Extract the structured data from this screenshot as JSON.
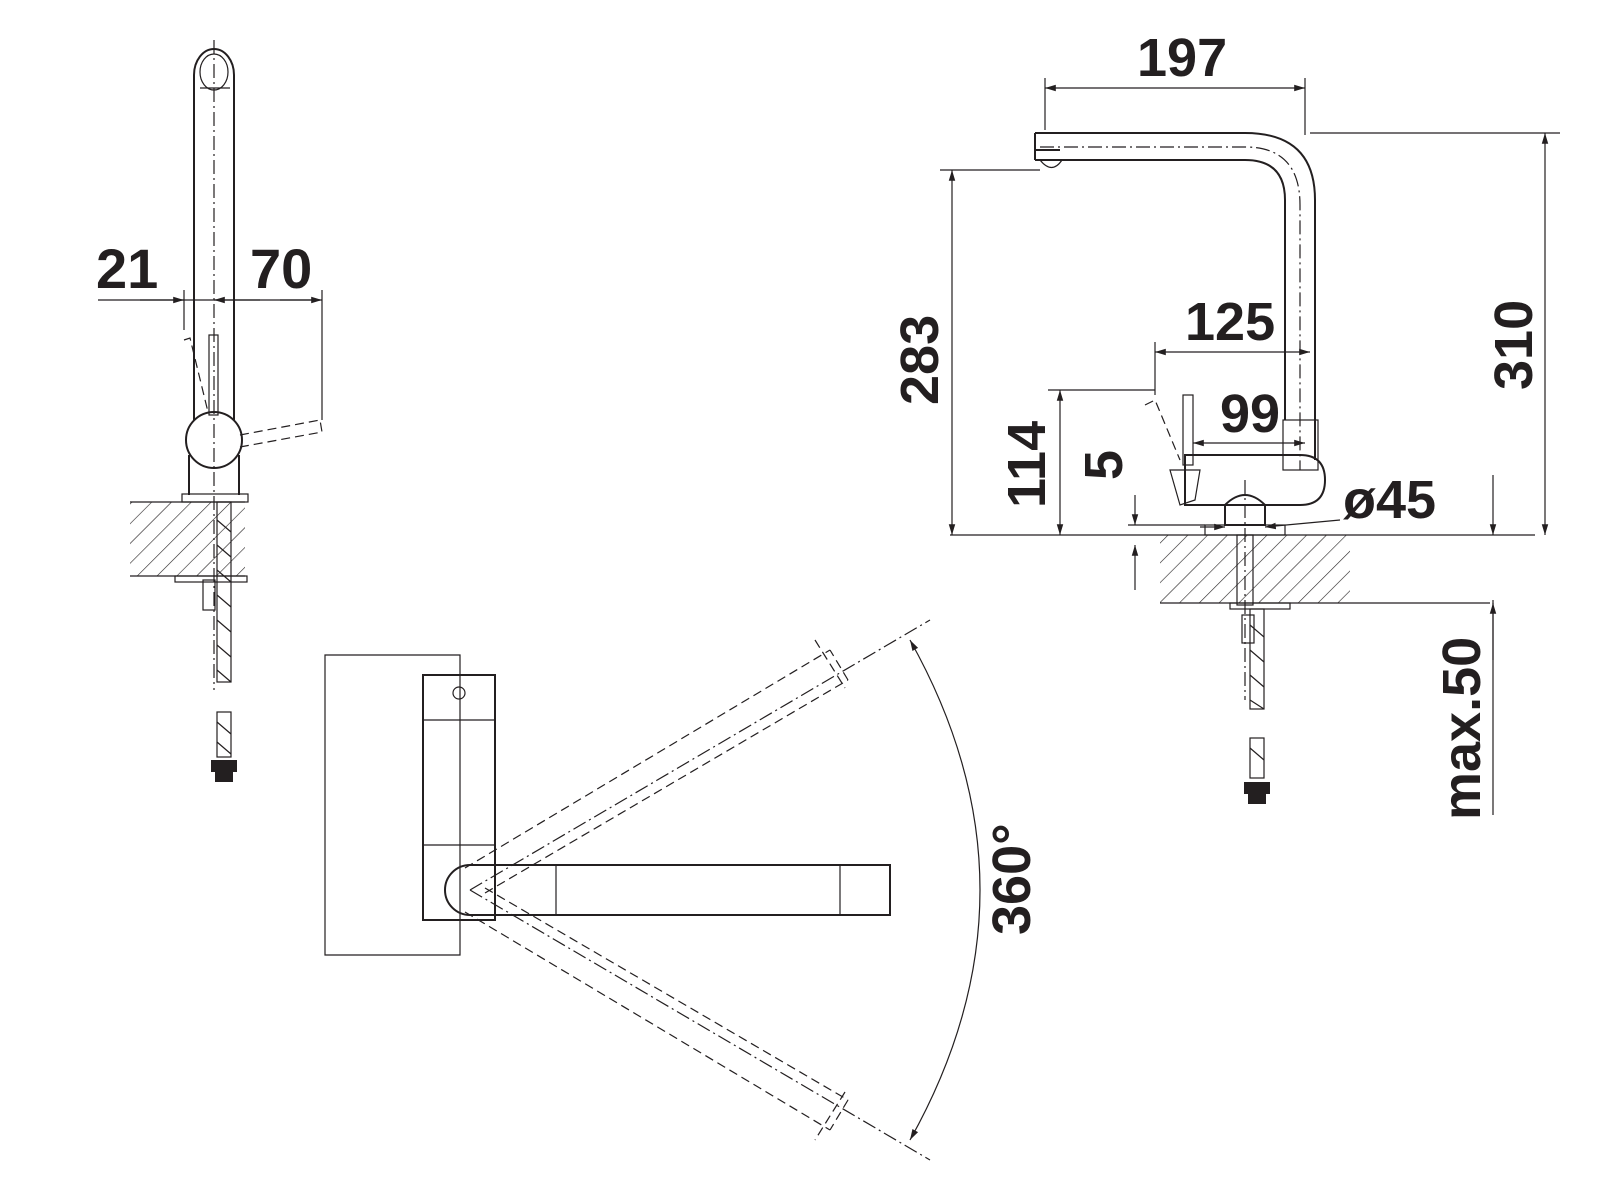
{
  "dimensions": {
    "front_left_offset": "21",
    "front_right_offset": "70",
    "spout_reach": "197",
    "outlet_height": "283",
    "total_height": "310",
    "lever_reach": "125",
    "lever_height": "114",
    "body_reach": "99",
    "base_plate": "5",
    "base_diameter": "ø45",
    "max_thickness": "max.50",
    "swivel_angle": "360°"
  },
  "colors": {
    "ink": "#231f20",
    "background": "#ffffff"
  }
}
